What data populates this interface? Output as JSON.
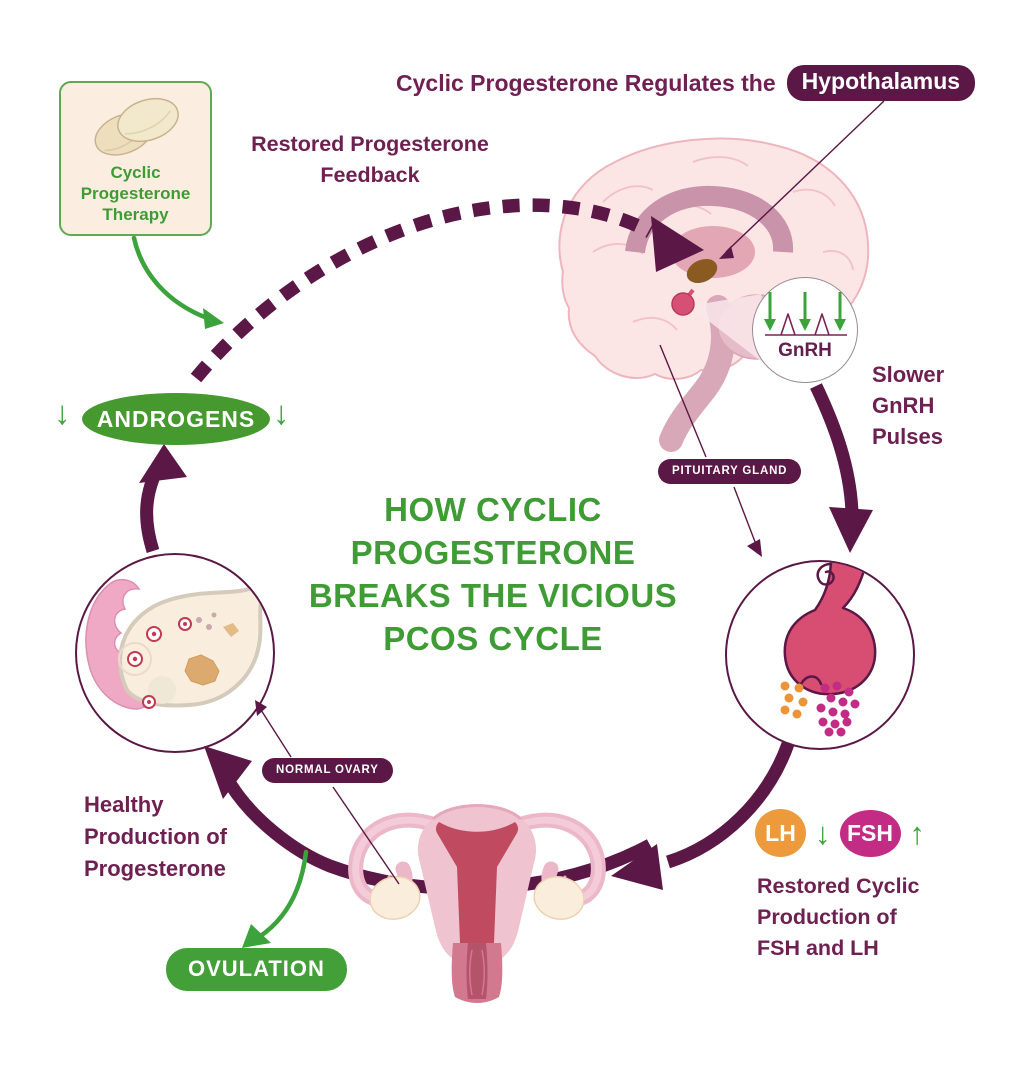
{
  "colors": {
    "plum_dark": "#5B1745",
    "plum_text": "#6E2051",
    "green_title": "#3F9C35",
    "green_badge": "#43A038",
    "green_arrow": "#3CA33C",
    "lh_orange": "#EC9A3C",
    "fsh_magenta": "#C22C85"
  },
  "header": {
    "title": "Cyclic Progesterone Regulates the",
    "hypothalamus_badge": "Hypothalamus"
  },
  "therapy_box": {
    "label": "Cyclic\nProgesterone\nTherapy"
  },
  "labels": {
    "restored_feedback": "Restored Progesterone\nFeedback",
    "slower_gnrh_pulses": "Slower\nGnRH\nPulses",
    "healthy_production": "Healthy\nProduction of\nProgesterone",
    "restored_fsh_lh": "Restored Cyclic\nProduction of\nFSH and LH"
  },
  "center_title": "HOW CYCLIC\nPROGESTERONE\nBREAKS THE VICIOUS\nPCOS CYCLE",
  "badges": {
    "pituitary_gland": "PITUITARY GLAND",
    "normal_ovary": "NORMAL OVARY",
    "ovulation": "OVULATION",
    "androgens": "ANDROGENS"
  },
  "hormones": {
    "gnrh": "GnRH",
    "lh": "LH",
    "fsh": "FSH"
  },
  "glyphs": {
    "down_arrow": "↓",
    "up_arrow": "↑"
  }
}
